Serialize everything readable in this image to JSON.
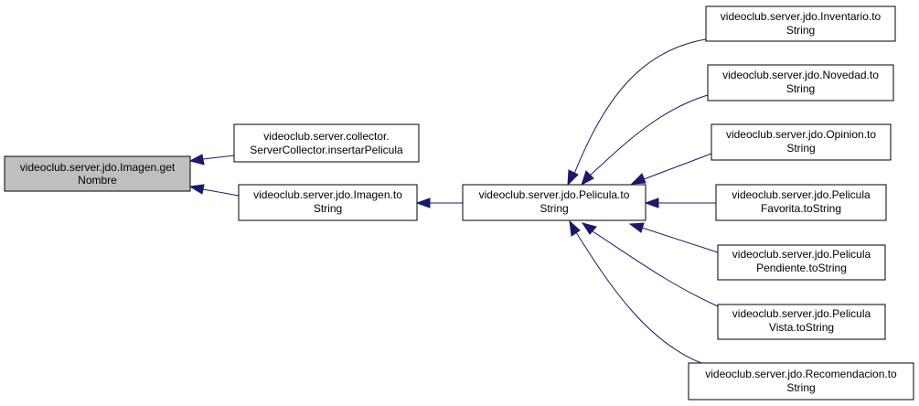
{
  "colors": {
    "edge": "#191970",
    "node_fill": "#ffffff",
    "root_fill": "#bfbfbf",
    "border": "#000000"
  },
  "nodes": {
    "getNombre": {
      "line1": "videoclub.server.jdo.Imagen.get",
      "line2": "Nombre"
    },
    "insertarPelicula": {
      "line1": "videoclub.server.collector.",
      "line2": "ServerCollector.insertarPelicula"
    },
    "imagenToString": {
      "line1": "videoclub.server.jdo.Imagen.to",
      "line2": "String"
    },
    "peliculaToString": {
      "line1": "videoclub.server.jdo.Pelicula.to",
      "line2": "String"
    },
    "inventario": {
      "line1": "videoclub.server.jdo.Inventario.to",
      "line2": "String"
    },
    "novedad": {
      "line1": "videoclub.server.jdo.Novedad.to",
      "line2": "String"
    },
    "opinion": {
      "line1": "videoclub.server.jdo.Opinion.to",
      "line2": "String"
    },
    "favorita": {
      "line1": "videoclub.server.jdo.Pelicula",
      "line2": "Favorita.toString"
    },
    "pendiente": {
      "line1": "videoclub.server.jdo.Pelicula",
      "line2": "Pendiente.toString"
    },
    "vista": {
      "line1": "videoclub.server.jdo.Pelicula",
      "line2": "Vista.toString"
    },
    "recomendacion": {
      "line1": "videoclub.server.jdo.Recomendacion.to",
      "line2": "String"
    }
  },
  "edges": [
    {
      "from": "insertarPelicula",
      "to": "getNombre"
    },
    {
      "from": "imagenToString",
      "to": "getNombre"
    },
    {
      "from": "peliculaToString",
      "to": "imagenToString"
    },
    {
      "from": "inventario",
      "to": "peliculaToString"
    },
    {
      "from": "novedad",
      "to": "peliculaToString"
    },
    {
      "from": "opinion",
      "to": "peliculaToString"
    },
    {
      "from": "favorita",
      "to": "peliculaToString"
    },
    {
      "from": "pendiente",
      "to": "peliculaToString"
    },
    {
      "from": "vista",
      "to": "peliculaToString"
    },
    {
      "from": "recomendacion",
      "to": "peliculaToString"
    }
  ]
}
